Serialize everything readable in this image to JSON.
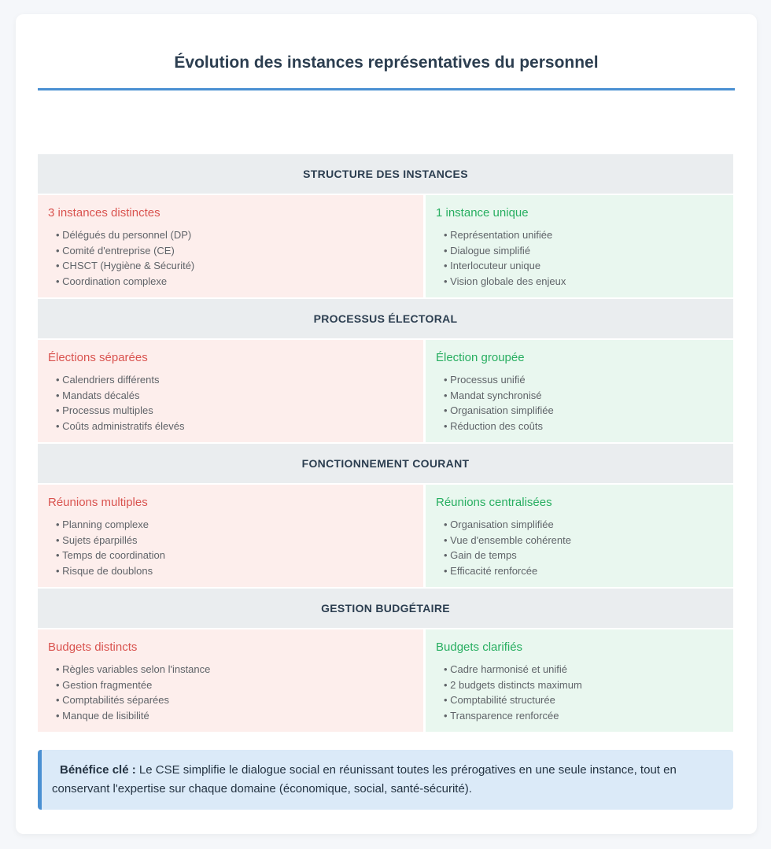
{
  "page": {
    "title": "Évolution des instances représentatives du personnel"
  },
  "colors": {
    "accent_blue": "#4a90d2",
    "danger_red": "#d9534f",
    "success_green": "#27ae60",
    "left_bg": "#fdeeec",
    "right_bg": "#e9f7ef",
    "header_bg": "#eaedef",
    "callout_bg": "#dbeaf8",
    "heading_dark": "#2c3e50",
    "body_gray": "#5f6368",
    "page_bg": "#f5f7fa"
  },
  "sections": [
    {
      "header": "STRUCTURE DES INSTANCES",
      "left": {
        "title": "3 instances distinctes",
        "items": [
          "Délégués du personnel (DP)",
          "Comité d'entreprise (CE)",
          "CHSCT (Hygiène & Sécurité)",
          "Coordination complexe"
        ]
      },
      "right": {
        "title": "1 instance unique",
        "items": [
          "Représentation unifiée",
          "Dialogue simplifié",
          "Interlocuteur unique",
          "Vision globale des enjeux"
        ]
      }
    },
    {
      "header": "PROCESSUS ÉLECTORAL",
      "left": {
        "title": "Élections séparées",
        "items": [
          "Calendriers différents",
          "Mandats décalés",
          "Processus multiples",
          "Coûts administratifs élevés"
        ]
      },
      "right": {
        "title": "Élection groupée",
        "items": [
          "Processus unifié",
          "Mandat synchronisé",
          "Organisation simplifiée",
          "Réduction des coûts"
        ]
      }
    },
    {
      "header": "FONCTIONNEMENT COURANT",
      "left": {
        "title": "Réunions multiples",
        "items": [
          "Planning complexe",
          "Sujets éparpillés",
          "Temps de coordination",
          "Risque de doublons"
        ]
      },
      "right": {
        "title": "Réunions centralisées",
        "items": [
          "Organisation simplifiée",
          "Vue d'ensemble cohérente",
          "Gain de temps",
          "Efficacité renforcée"
        ]
      }
    },
    {
      "header": "GESTION BUDGÉTAIRE",
      "left": {
        "title": "Budgets distincts",
        "items": [
          "Règles variables selon l'instance",
          "Gestion fragmentée",
          "Comptabilités séparées",
          "Manque de lisibilité"
        ]
      },
      "right": {
        "title": "Budgets clarifiés",
        "items": [
          "Cadre harmonisé et unifié",
          "2 budgets distincts maximum",
          "Comptabilité structurée",
          "Transparence renforcée"
        ]
      }
    }
  ],
  "callout": {
    "label": "Bénéfice clé :",
    "text": "Le CSE simplifie le dialogue social en réunissant toutes les prérogatives en une seule instance, tout en conservant l'expertise sur chaque domaine (économique, social, santé-sécurité)."
  }
}
